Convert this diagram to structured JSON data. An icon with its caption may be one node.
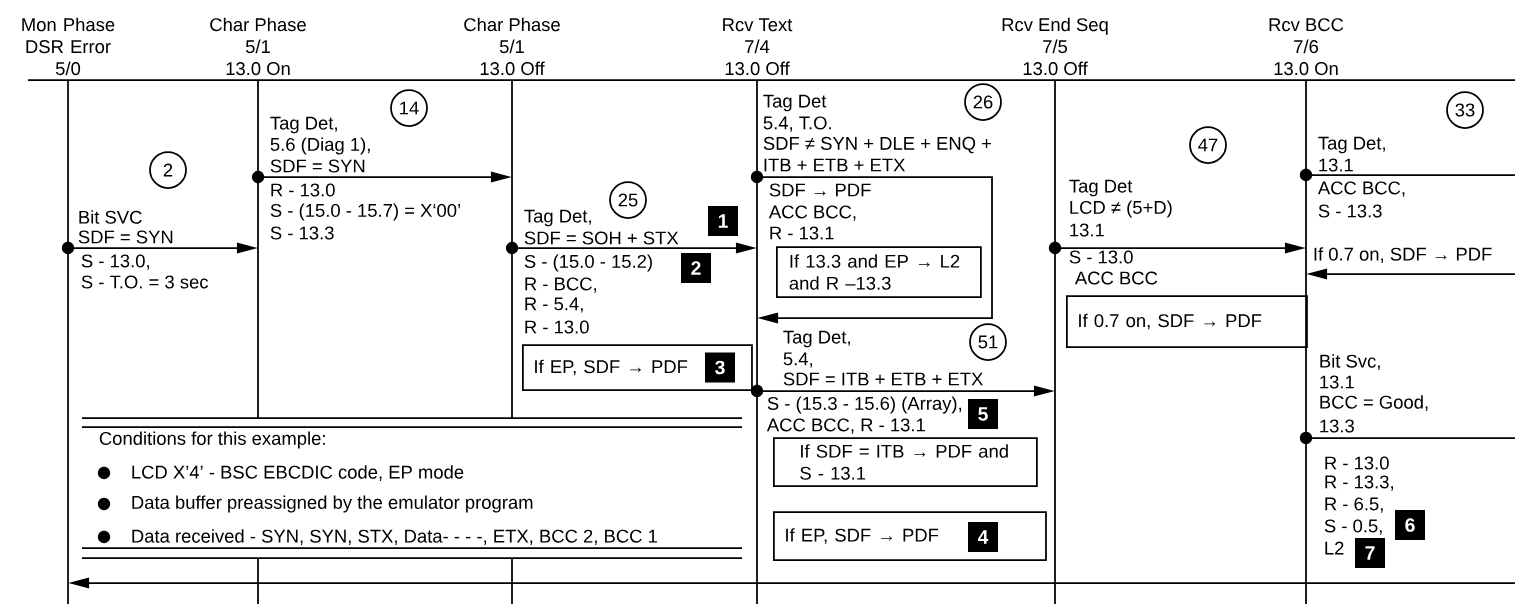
{
  "diagram": {
    "nodes": [
      {
        "text": [
          "Mon Phase DSR Error",
          "5/0"
        ]
      },
      {
        "text": [
          "Char Phase",
          "5/1",
          "13.0 On"
        ]
      },
      {
        "text": [
          "Char Phase",
          "5/1",
          "13.0 Off"
        ]
      },
      {
        "text": [
          "Rcv Text",
          "7/4",
          "13.0 Off"
        ]
      },
      {
        "text": [
          "Rcv End Seq",
          "7/5",
          "13.0 Off"
        ]
      },
      {
        "text": [
          "Rcv BCC",
          "7/6",
          "13.0 On"
        ]
      },
      {
        "text": [
          "2"
        ]
      },
      {
        "text": [
          "14"
        ]
      },
      {
        "text": [
          "25"
        ]
      },
      {
        "text": [
          "1"
        ]
      },
      {
        "text": [
          "2"
        ]
      },
      {
        "text": [
          "If EP, SDF → PDF"
        ]
      },
      {
        "text": [
          "3"
        ],
        "in": 11
      },
      {
        "text": [
          "26"
        ]
      },
      {
        "text": [
          "If 13.3 and EP → L2 and R –13.3"
        ]
      },
      {
        "text": [
          "51"
        ]
      },
      {
        "text": [
          "5"
        ]
      },
      {
        "text": [
          "If SDF = ITB → PDF and S - 13.1"
        ]
      },
      {
        "text": [
          "If EP, SDF → PDF"
        ]
      },
      {
        "text": [
          "4"
        ],
        "in": 18
      },
      {
        "text": [
          "47"
        ]
      },
      {
        "text": [
          "If 0.7 on, SDF → PDF"
        ]
      },
      {
        "text": [
          "33"
        ]
      },
      {
        "text": [
          "6"
        ]
      },
      {
        "text": [
          "7"
        ]
      },
      {
        "text": [
          "Conditions for this example:",
          "LCD X’4’ - BSC EBCDIC code, EP mode",
          "Data buffer preassigned by the emulator program",
          "Data received - SYN, SYN, STX, Data- - - -, ETX, BCC 2, BCC 1"
        ]
      }
    ],
    "edges": [
      {
        "from": 0,
        "to": 1,
        "arrow": "to"
      },
      {
        "from": 1,
        "to": 2,
        "arrow": "to"
      },
      {
        "from": 2,
        "to": 3,
        "arrow": "to"
      },
      {
        "from": 3,
        "to": 3,
        "arrow": "to"
      },
      {
        "from": 3,
        "to": 4,
        "arrow": "to"
      },
      {
        "from": 4,
        "to": 5,
        "arrow": "to"
      },
      {
        "from": 5,
        "to": null,
        "arrow": "none"
      },
      {
        "from": null,
        "to": 5,
        "arrow": "to"
      },
      {
        "from": 5,
        "to": null,
        "arrow": "none"
      },
      {
        "from": null,
        "to": 0,
        "arrow": "to"
      }
    ],
    "labels": [
      "Bit SVC",
      "SDF = SYN",
      "S - 13.0,",
      "S - T.O. = 3 sec",
      "Tag Det,",
      "5.6 (Diag 1),",
      "SDF = SYN",
      "R - 13.0",
      "S - (15.0 - 15.7) = X‘00’",
      "S - 13.3",
      "Tag Det,",
      "SDF = SOH + STX",
      "S - (15.0 - 15.2)",
      "R - BCC,",
      "R - 5.4,",
      "R - 13.0",
      "Tag Det",
      "5.4, T.O.",
      "SDF ≠ SYN + DLE + ENQ +",
      "ITB + ETB + ETX",
      "SDF → PDF",
      "ACC BCC,",
      "R - 13.1",
      "Tag Det,",
      "5.4,",
      "SDF = ITB + ETB + ETX",
      "S - (15.3 - 15.6) (Array),",
      "ACC BCC, R - 13.1",
      "Tag Det",
      "LCD ≠ (5+D)",
      "13.1",
      "S - 13.0",
      "ACC BCC",
      "Tag Det,",
      "13.1",
      "ACC BCC,",
      "S - 13.3",
      "If 0.7 on, SDF → PDF",
      "Bit Svc,",
      "13.1",
      "BCC = Good,",
      "13.3",
      "R - 13.0",
      "R - 13.3,",
      "R - 6.5,",
      "S - 0.5,",
      "L2"
    ]
  }
}
